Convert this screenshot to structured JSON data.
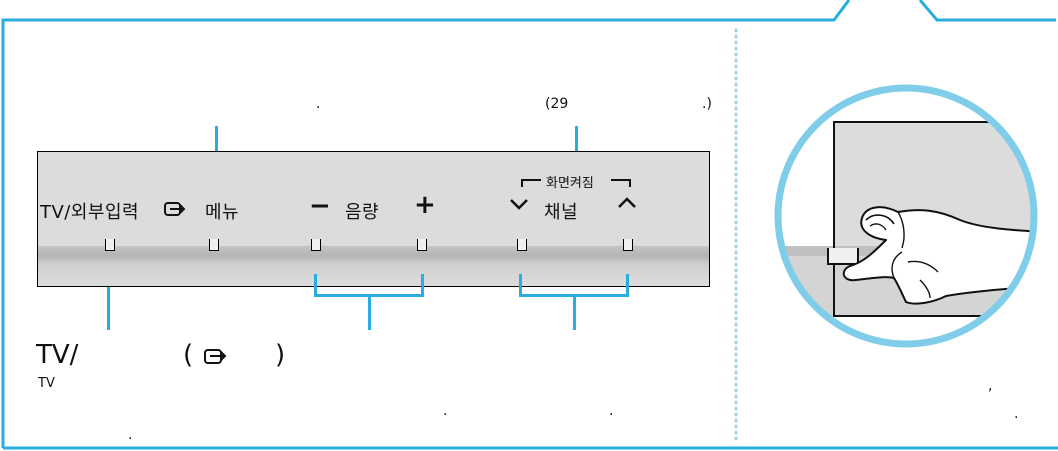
{
  "colors": {
    "frame": "#27aede",
    "dotted_divider": "#9fd6ea",
    "panel_fill": "#dcdcdc",
    "panel_shadow": "#c4c4c4"
  },
  "top_notes": {
    "period_1": ".",
    "page_ref_open": "(29",
    "page_ref_close": ".)"
  },
  "panel": {
    "tv_input_label": "TV/외부입력",
    "input_icon": "input-source-icon",
    "menu_label": "메뉴",
    "vol_minus": "−",
    "volume_label": "음량",
    "vol_plus": "+",
    "screen_off_label": "화면켜짐",
    "ch_down": "∨",
    "channel_label": "채널",
    "ch_up": "∧"
  },
  "callouts": {
    "tv_prefix": "TV/",
    "paren_open": "(",
    "paren_close": ")",
    "tv_small": "TV",
    "period_2": ".",
    "period_3": ".",
    "period_4": "."
  },
  "side": {
    "comma": ",",
    "period": "."
  }
}
